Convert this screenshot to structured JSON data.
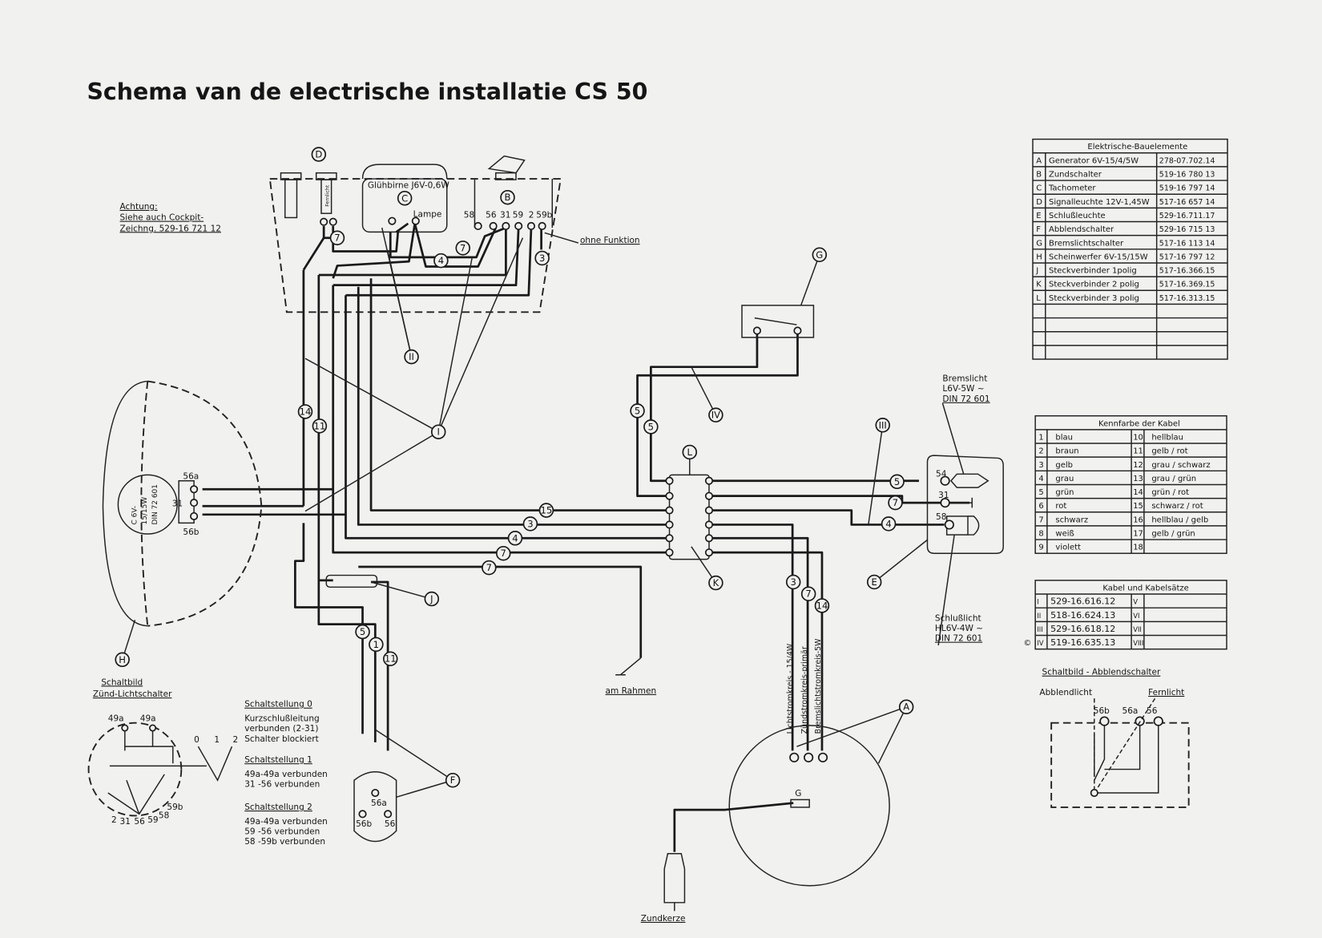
{
  "title": "Schema van de electrische installatie CS 50",
  "notes": {
    "achtung_1": "Achtung:",
    "achtung_2": "Siehe auch Cockpit-",
    "achtung_3": "Zeichng. 529-16 721 12",
    "gluehbirne": "Glühbirne J6V-0,6W",
    "lampe": "Lampe",
    "fernlicht_small": "Fernlicht",
    "ohne_funktion": "ohne Funktion",
    "am_rahmen": "am Rahmen",
    "zundkerze": "Zundkerze",
    "bremslicht": [
      "Bremslicht",
      "L6V-5W ~",
      "DIN 72 601"
    ],
    "schlusslicht": [
      "Schlußlicht",
      "HL6V-4W ~",
      "DIN 72 601"
    ],
    "headlamp_bulb": [
      "C 6V-",
      "15/15W",
      "DIN 72 601"
    ],
    "generator_label": "G",
    "circuit_1": "Lichtstromkreis - 15/4W",
    "circuit_2": "Zündstromkreis-primär",
    "circuit_3": "Bremslichtstromkreis-5W"
  },
  "terminals": {
    "switch_b": [
      "58",
      "56",
      "31",
      "59",
      "2",
      "59b"
    ],
    "headlamp": [
      "56a",
      "31",
      "56b"
    ],
    "taillight": [
      "54",
      "31",
      "58"
    ],
    "dimmer": [
      "56a",
      "56b",
      "56"
    ]
  },
  "markers": [
    "D",
    "C",
    "B",
    "7",
    "7",
    "4",
    "3",
    "G",
    "II",
    "IV",
    "I",
    "14",
    "11",
    "5",
    "5",
    "III",
    "L",
    "5",
    "7",
    "4",
    "15",
    "3",
    "4",
    "7",
    "7",
    "K",
    "E",
    "J",
    "H",
    "5",
    "1",
    "11",
    "3",
    "7",
    "14",
    "A",
    "F"
  ],
  "switch_diagram": {
    "title_1": "Schaltbild",
    "title_2": "Zünd-Lichtschalter",
    "top_terminals": [
      "49a",
      "49a"
    ],
    "bottom_terminals": [
      "2",
      "31",
      "56",
      "59",
      "58",
      "59b"
    ],
    "positions": [
      "0",
      "1",
      "2"
    ],
    "states": [
      {
        "heading": "Schaltstellung 0",
        "lines": [
          "Kurzschlußleitung",
          "verbunden (2-31)",
          "Schalter blockiert"
        ]
      },
      {
        "heading": "Schaltstellung 1",
        "lines": [
          "49a-49a  verbunden",
          "31 -56   verbunden"
        ]
      },
      {
        "heading": "Schaltstellung 2",
        "lines": [
          "49a-49a verbunden",
          "59 -56   verbunden",
          "58 -59b verbunden"
        ]
      }
    ]
  },
  "components_table": {
    "title": "Elektrische-Bauelemente",
    "rows": [
      {
        "key": "A",
        "name": "Generator 6V-15/4/5W",
        "part": "278-07.702.14"
      },
      {
        "key": "B",
        "name": "Zundschalter",
        "part": "519-16 780 13"
      },
      {
        "key": "C",
        "name": "Tachometer",
        "part": "519-16 797 14"
      },
      {
        "key": "D",
        "name": "Signalleuchte 12V-1,45W",
        "part": "517-16 657 14"
      },
      {
        "key": "E",
        "name": "Schlußleuchte",
        "part": "529-16.711.17"
      },
      {
        "key": "F",
        "name": "Abblendschalter",
        "part": "529-16 715 13"
      },
      {
        "key": "G",
        "name": "Bremslichtschalter",
        "part": "517-16 113 14"
      },
      {
        "key": "H",
        "name": "Scheinwerfer 6V-15/15W",
        "part": "517-16 797 12"
      },
      {
        "key": "J",
        "name": "Steckverbinder 1polig",
        "part": "517-16.366.15"
      },
      {
        "key": "K",
        "name": "Steckverbinder 2 polig",
        "part": "517-16.369.15"
      },
      {
        "key": "L",
        "name": "Steckverbinder 3 polig",
        "part": "517-16.313.15"
      }
    ]
  },
  "colors_table": {
    "title": "Kennfarbe der Kabel",
    "rows": [
      {
        "n1": "1",
        "c1": "blau",
        "n2": "10",
        "c2": "hellblau"
      },
      {
        "n1": "2",
        "c1": "braun",
        "n2": "11",
        "c2": "gelb / rot"
      },
      {
        "n1": "3",
        "c1": "gelb",
        "n2": "12",
        "c2": "grau / schwarz"
      },
      {
        "n1": "4",
        "c1": "grau",
        "n2": "13",
        "c2": "grau / grün"
      },
      {
        "n1": "5",
        "c1": "grün",
        "n2": "14",
        "c2": "grün / rot"
      },
      {
        "n1": "6",
        "c1": "rot",
        "n2": "15",
        "c2": "schwarz / rot"
      },
      {
        "n1": "7",
        "c1": "schwarz",
        "n2": "16",
        "c2": "hellblau / gelb"
      },
      {
        "n1": "8",
        "c1": "weiß",
        "n2": "17",
        "c2": "gelb / grün"
      },
      {
        "n1": "9",
        "c1": "violett",
        "n2": "18",
        "c2": ""
      }
    ]
  },
  "cables_table": {
    "title": "Kabel und Kabelsätze",
    "rows": [
      {
        "k1": "I",
        "p1": "529-16.616.12",
        "k2": "V"
      },
      {
        "k1": "II",
        "p1": "518-16.624.13",
        "k2": "VI"
      },
      {
        "k1": "III",
        "p1": "529-16.618.12",
        "k2": "VII"
      },
      {
        "k1": "IV",
        "p1": "519-16.635.13",
        "k2": "VIII"
      }
    ],
    "copyright": "©"
  },
  "dimmer_diagram": {
    "title": "Schaltbild - Abblendschalter",
    "abblendlicht": "Abblendlicht",
    "fernlicht": "Fernlicht"
  }
}
